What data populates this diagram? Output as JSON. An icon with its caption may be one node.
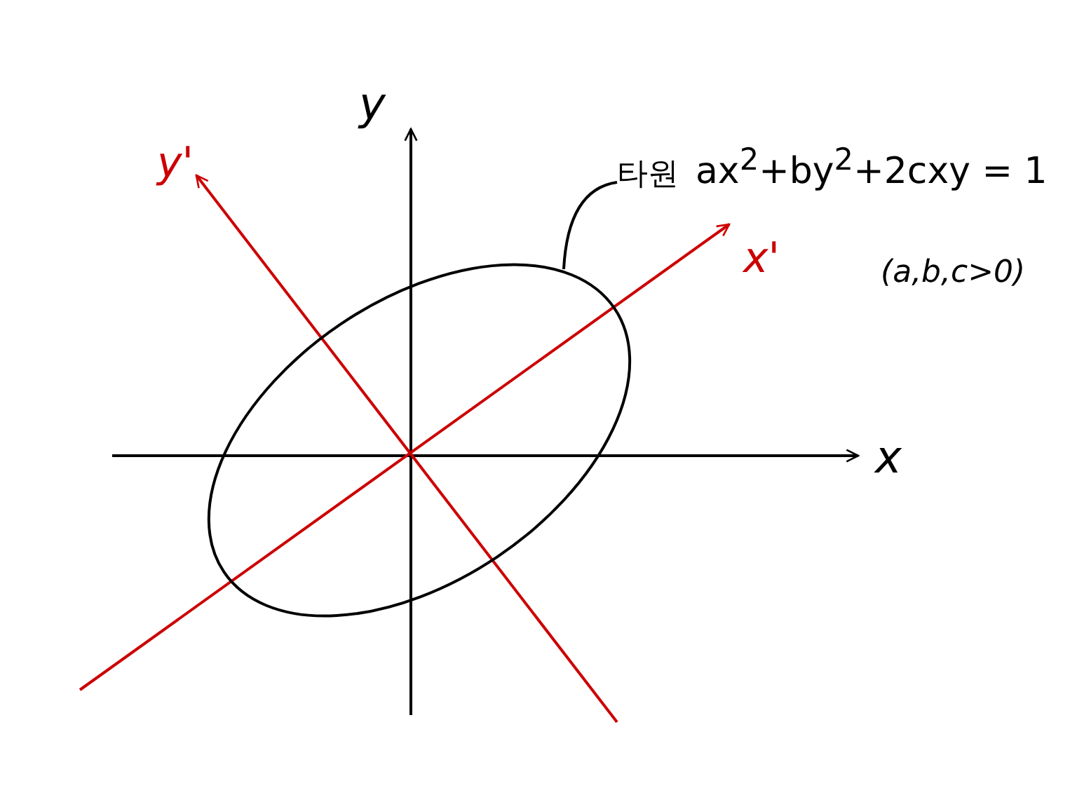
{
  "diagram": {
    "nodes": [
      {
        "text": [
          "타원",
          "ax$^{2}$+by$^{2}$+2cxy = 1"
        ]
      },
      {
        "text": [],
        "shape": "ellipse"
      }
    ],
    "edges": [
      {
        "from": 0,
        "to": 1,
        "arrow": "none"
      }
    ],
    "labels": [
      "y",
      "y'",
      "x'",
      "(a,b,c>0)",
      "x"
    ]
  }
}
